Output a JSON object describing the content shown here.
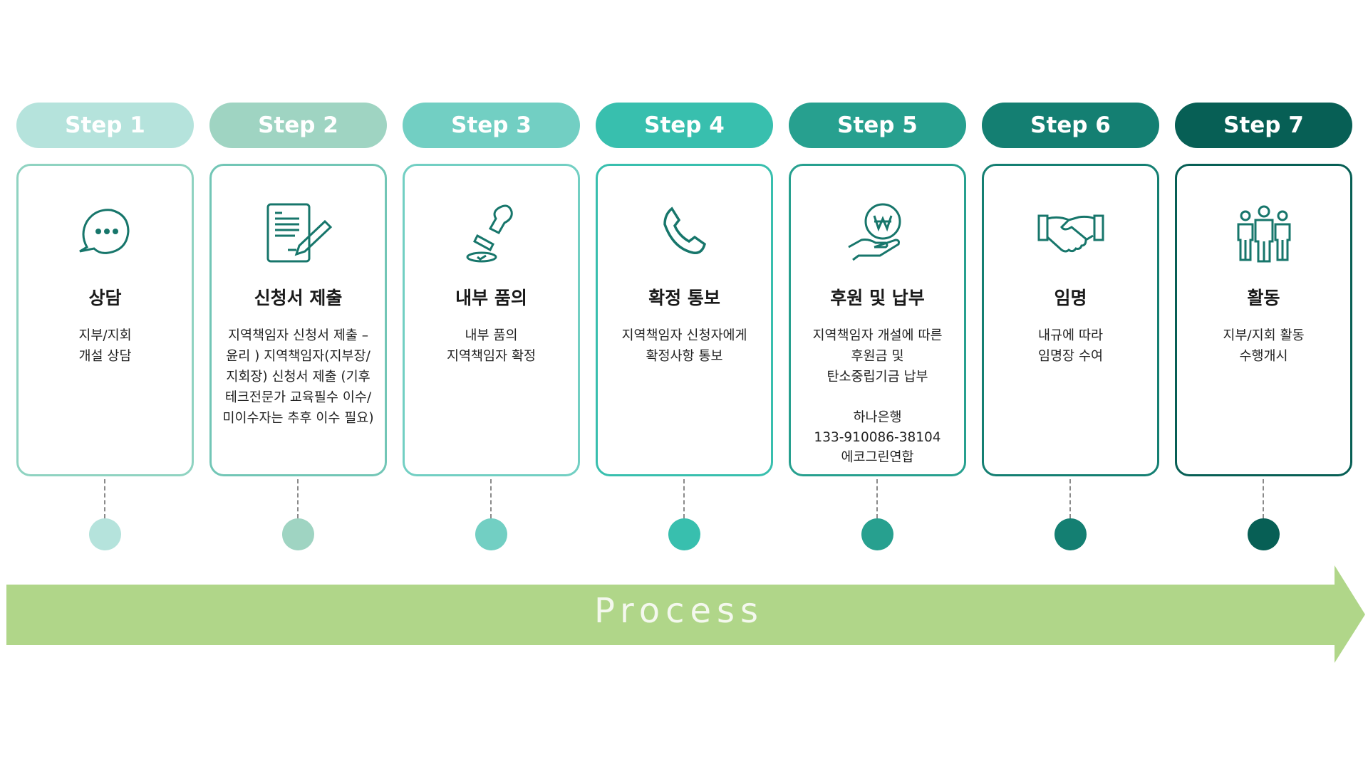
{
  "steps": [
    {
      "label": "Step 1",
      "title": "상담",
      "desc": "지부/지회\n개설 상담",
      "color": "#b5e3dc",
      "border": "#8fd3c1",
      "icon": "chat-bubble-icon"
    },
    {
      "label": "Step 2",
      "title": "신청서 제출",
      "desc": "지역책임자 신청서 제출 –\n윤리 ) 지역책임자(지부장/\n지회장) 신청서 제출 (기후\n테크전문가 교육필수 이수/\n미이수자는 추후 이수 필요)",
      "color": "#9fd4c2",
      "border": "#72c6b6",
      "icon": "document-pen-icon"
    },
    {
      "label": "Step 3",
      "title": "내부 품의",
      "desc": "내부 품의\n지역책임자 확정",
      "color": "#72cfc3",
      "border": "#72cfc3",
      "icon": "stamp-icon"
    },
    {
      "label": "Step 4",
      "title": "확정 통보",
      "desc": "지역책임자 신청자에게\n확정사항 통보",
      "color": "#38bfae",
      "border": "#38bfae",
      "icon": "phone-icon"
    },
    {
      "label": "Step 5",
      "title": "후원 및 납부",
      "desc": "지역책임자 개설에 따른\n후원금 및\n탄소중립기금 납부",
      "extra": "하나은행\n133-910086-38104\n에코그린연합",
      "color": "#27a08f",
      "border": "#27a08f",
      "icon": "coin-hand-icon"
    },
    {
      "label": "Step 6",
      "title": "임명",
      "desc": "내규에 따라\n임명장 수여",
      "color": "#147f72",
      "border": "#147f72",
      "icon": "handshake-icon"
    },
    {
      "label": "Step 7",
      "title": "활동",
      "desc": "지부/지회 활동\n수행개시",
      "color": "#075f55",
      "border": "#075f55",
      "icon": "group-people-icon"
    }
  ],
  "process_label": "Process",
  "colors": {
    "arrow": "#b0d689",
    "icon": "#17766b"
  }
}
